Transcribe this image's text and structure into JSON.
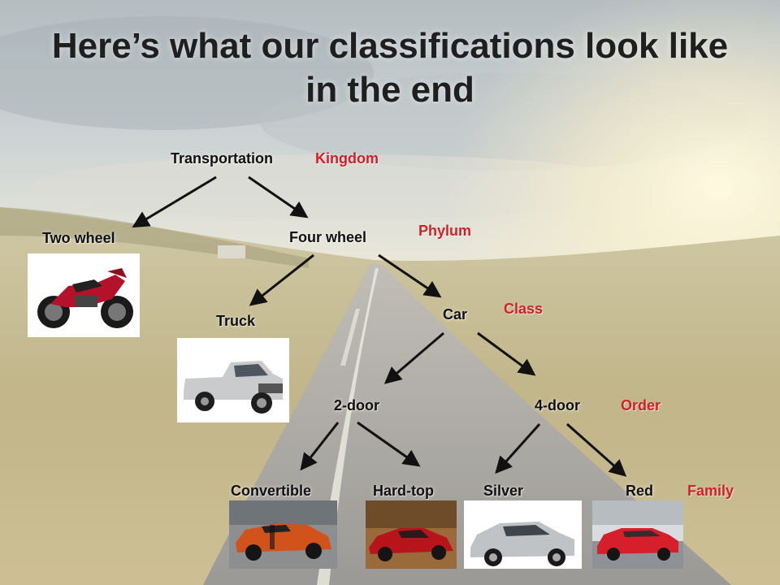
{
  "title": "Here’s what our classifications look like in the end",
  "nodes": {
    "transportation": "Transportation",
    "two_wheel": "Two wheel",
    "four_wheel": "Four wheel",
    "truck": "Truck",
    "car": "Car",
    "two_door": "2-door",
    "four_door": "4-door",
    "convertible": "Convertible",
    "hard_top": "Hard-top",
    "silver": "Silver",
    "red": "Red"
  },
  "ranks": {
    "kingdom": "Kingdom",
    "phylum": "Phylum",
    "class": "Class",
    "order": "Order",
    "family": "Family"
  },
  "images": [
    "motorcycle-photo",
    "pickup-truck-photo",
    "orange-convertible-photo",
    "red-hardtop-coupe-photo",
    "silver-sedan-photo",
    "red-sedan-photo"
  ],
  "colors": {
    "rank_label": "#d0202a",
    "node_label": "#111111",
    "arrow": "#111111"
  }
}
